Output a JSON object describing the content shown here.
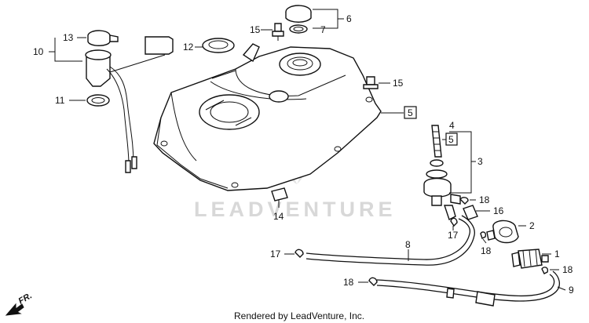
{
  "watermark": "LEADVENTURE",
  "credit": "Rendered by LeadVenture, Inc.",
  "direction_label": "FR.",
  "callouts": {
    "c1": "1",
    "c2": "2",
    "c3": "3",
    "c4": "4",
    "c5a": "5",
    "c5b": "5",
    "c6": "6",
    "c7": "7",
    "c8": "8",
    "c9": "9",
    "c10": "10",
    "c11": "11",
    "c12": "12",
    "c13": "13",
    "c14": "14",
    "c15a": "15",
    "c15b": "15",
    "c16": "16",
    "c17a": "17",
    "c17b": "17",
    "c18a": "18",
    "c18b": "18",
    "c18c": "18",
    "c18d": "18"
  }
}
